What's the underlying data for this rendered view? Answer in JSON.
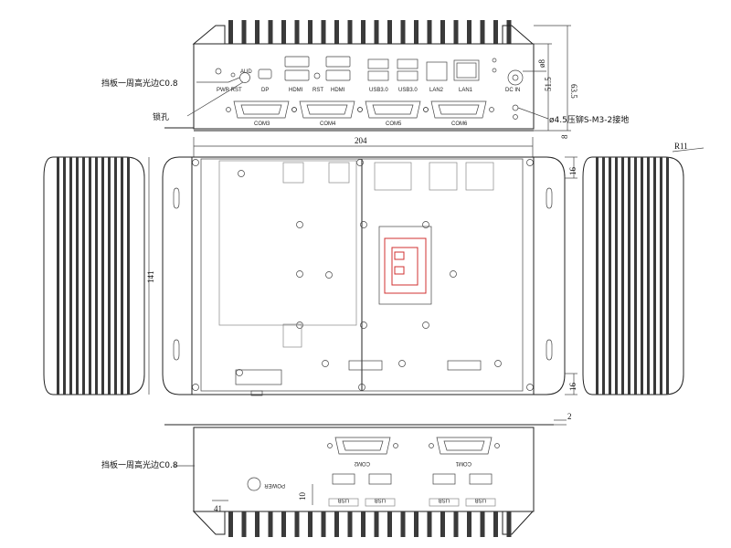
{
  "front_ports": [
    "AUD",
    "PWR RST",
    "DP",
    "HDMI",
    "RST",
    "HDMI",
    "USB3.0",
    "USB3.0",
    "LAN2",
    "LAN1",
    "DC IN"
  ],
  "front_com": [
    "COM3",
    "COM4",
    "COM5",
    "COM6"
  ],
  "rear_com": [
    "COM2",
    "COM1"
  ],
  "rear_usb": [
    "USB",
    "USB",
    "USB",
    "USB"
  ],
  "rear_power": "POWER",
  "dims": {
    "width": "204",
    "height": "141",
    "depth": "63.5",
    "front_h": "51.5",
    "dc_dia": "ø8",
    "r11": "R11",
    "tab_top": "16",
    "tab_bottom": "16",
    "rear_ten": "10",
    "rear_two": "2",
    "rear_41": "41",
    "front_gap": "8"
  },
  "notes": {
    "chamfer_front": "挡板一周高光边C0.8",
    "chamfer_rear": "挡板一周高光边C0.8",
    "lock_hole": "锁孔",
    "standoff": "ø4.5压铆S-M3-2接地"
  }
}
